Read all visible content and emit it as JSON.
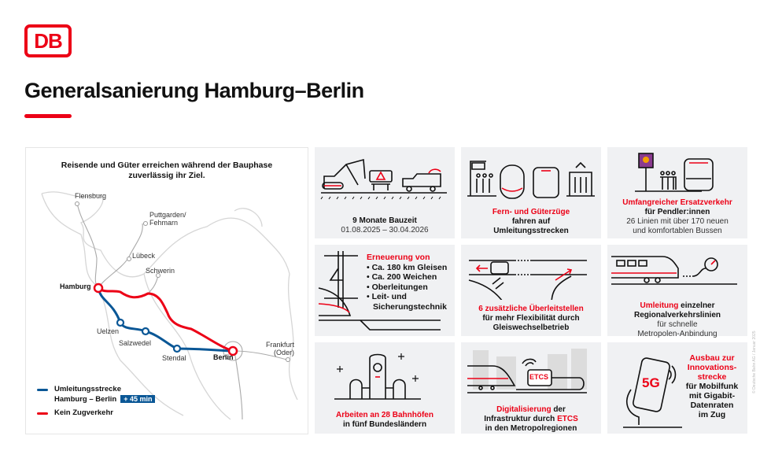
{
  "logo": "DB",
  "title": "Generalsanierung Hamburg–Berlin",
  "map": {
    "title_1": "Reisende und Güter erreichen während der Bauphase",
    "title_2": "zuverlässig ihr Ziel.",
    "cities": {
      "flensburg": "Flensburg",
      "puttgarden": "Puttgarden/",
      "fehmarn": "Fehmarn",
      "luebeck": "Lübeck",
      "schwerin": "Schwerin",
      "hamburg": "Hamburg",
      "uelzen": "Uelzen",
      "salzwedel": "Salzwedel",
      "stendal": "Stendal",
      "berlin": "Berlin",
      "frankfurt": "Frankfurt",
      "oder": "(Oder)"
    },
    "legend": {
      "detour_1": "Umleitungsstrecke",
      "detour_2": "Hamburg – Berlin",
      "detour_badge": "+ 45 min",
      "no_traffic": "Kein Zugverkehr"
    },
    "colors": {
      "detour": "#0a5796",
      "no_traffic": "#ec0016"
    }
  },
  "tiles": {
    "t1": {
      "bold": "9 Monate Bauzeit",
      "text": "01.08.2025 – 30.04.2026"
    },
    "t2": {
      "red": "Fern- und Güterzüge",
      "bold_1": "fahren auf",
      "bold_2": "Umleitungsstrecken"
    },
    "t3": {
      "red": "Umfangreicher Ersatzverkehr",
      "bold": "für Pendler:innen",
      "text_1": "26 Linien mit über 170 neuen",
      "text_2": "und komfortablen Bussen"
    },
    "t4": {
      "red": "Erneuerung von",
      "items": [
        "Ca. 180 km Gleisen",
        "Ca. 200 Weichen",
        "Oberleitungen",
        "Leit- und",
        "Sicherungstechnik"
      ]
    },
    "t5": {
      "red": "6 zusätzliche Überleitstellen",
      "bold_1": "für mehr Flexibilität durch",
      "bold_2": "Gleiswechselbetrieb"
    },
    "t6": {
      "red": "Umleitung",
      "bold_a": " einzelner",
      "bold_2": "Regionalverkehrslinien",
      "text_1": "für schnelle",
      "text_2": "Metropolen-Anbindung"
    },
    "t7": {
      "red": "Arbeiten an 28 Bahnhöfen",
      "bold": "in fünf Bundesländern"
    },
    "t8": {
      "red_1": "Digitalisierung",
      "bold_1": " der",
      "bold_2": "Infrastruktur durch ",
      "red_2": "ETCS",
      "bold_3": "in den Metropolregionen",
      "etcs_label": "ETCS"
    },
    "t9": {
      "red_1": "Ausbau zur",
      "red_2": "Innovations-",
      "red_3": "strecke",
      "bold_1": "für Mobilfunk",
      "bold_2": "mit Gigabit-",
      "bold_3": "Datenraten",
      "bold_4": "im Zug",
      "icon_label": "5G"
    }
  },
  "copyright": "© Deutsche Bahn AG / Januar 2025"
}
